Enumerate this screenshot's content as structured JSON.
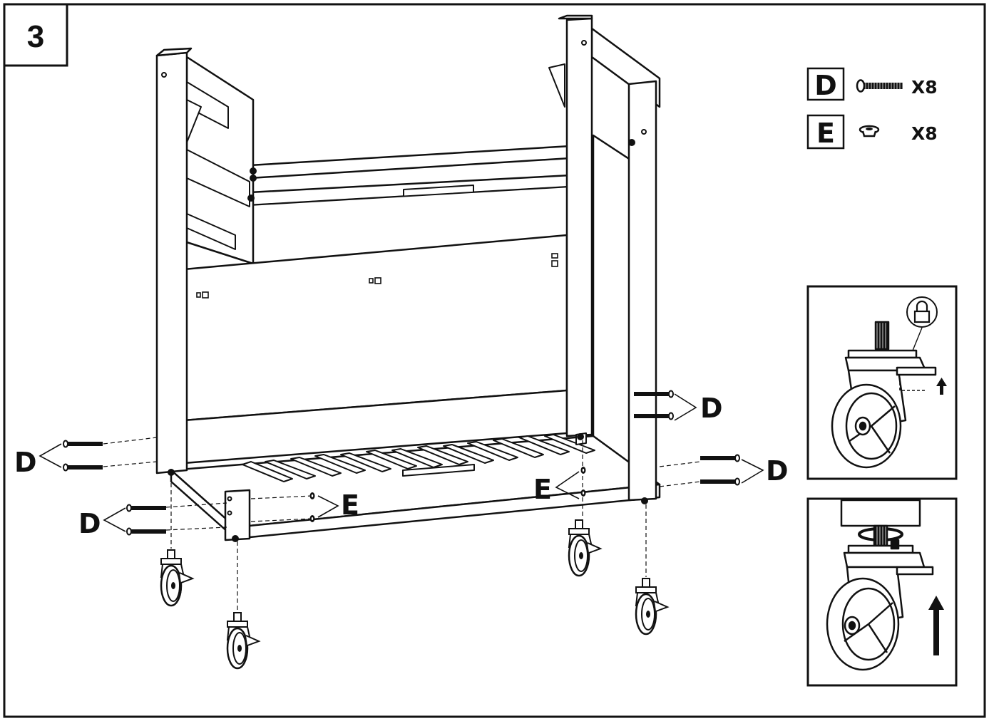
{
  "step": {
    "number": "3"
  },
  "parts": [
    {
      "letter": "D",
      "icon": "screw-icon",
      "qty": "X8"
    },
    {
      "letter": "E",
      "icon": "washer-icon",
      "qty": "X8"
    }
  ],
  "callouts": {
    "d": "D",
    "e": "E"
  },
  "insets": [
    {
      "icon": "lock-icon"
    },
    {
      "icon": "arrow-up-icon"
    }
  ]
}
